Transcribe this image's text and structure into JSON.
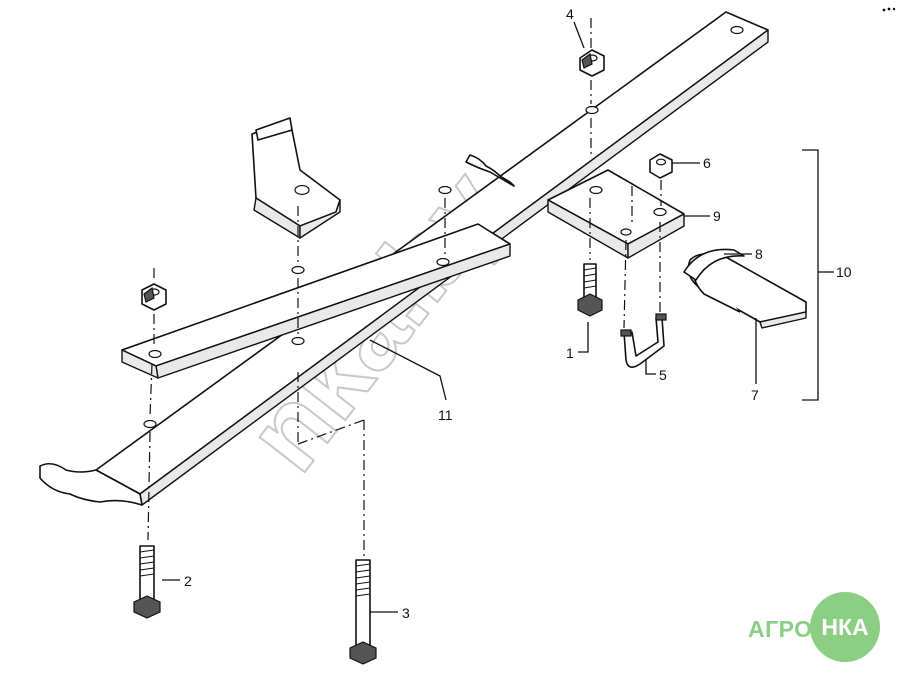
{
  "diagram": {
    "part_numbers": [
      "1",
      "2",
      "3",
      "4",
      "5",
      "6",
      "7",
      "8",
      "9",
      "10",
      "11"
    ]
  },
  "watermark": {
    "text": "nka.by"
  },
  "logo": {
    "left": "АГРО",
    "circle": "НКА"
  },
  "colors": {
    "line": "#111111",
    "watermark": "#c9c9c9",
    "logo": "#8ccf84"
  }
}
